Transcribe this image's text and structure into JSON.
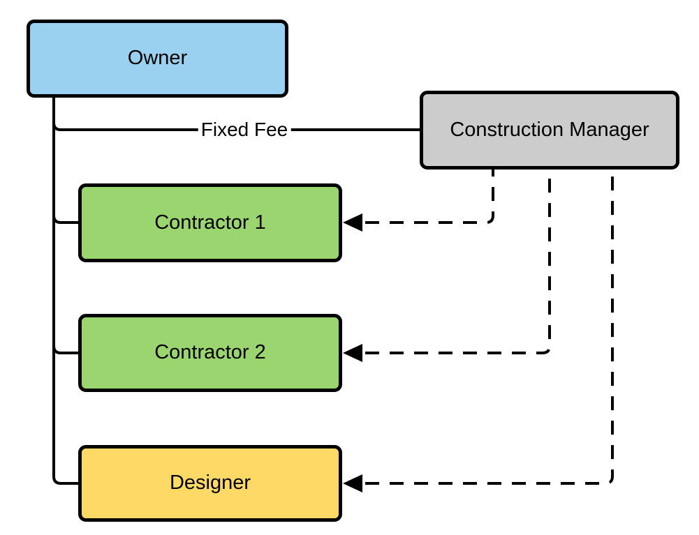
{
  "nodes": {
    "owner": {
      "label": "Owner",
      "fill": "#9ad1f0"
    },
    "construction_manager": {
      "label": "Construction Manager",
      "fill": "#cccccc"
    },
    "contractor_1": {
      "label": "Contractor 1",
      "fill": "#9bd56f"
    },
    "contractor_2": {
      "label": "Contractor 2",
      "fill": "#9bd56f"
    },
    "designer": {
      "label": "Designer",
      "fill": "#ffd966"
    }
  },
  "labels": {
    "fixed_fee": "Fixed Fee"
  },
  "edges": [
    {
      "from": "Owner",
      "to": "Construction Manager",
      "style": "solid",
      "label": "Fixed Fee"
    },
    {
      "from": "Owner",
      "to": "Contractor 1",
      "style": "solid"
    },
    {
      "from": "Owner",
      "to": "Contractor 2",
      "style": "solid"
    },
    {
      "from": "Owner",
      "to": "Designer",
      "style": "solid"
    },
    {
      "from": "Construction Manager",
      "to": "Contractor 1",
      "style": "dashed-arrow"
    },
    {
      "from": "Construction Manager",
      "to": "Contractor 2",
      "style": "dashed-arrow"
    },
    {
      "from": "Construction Manager",
      "to": "Designer",
      "style": "dashed-arrow"
    }
  ],
  "colors": {
    "line": "#000000",
    "node_border": "#000000",
    "text": "#000000",
    "canvas_background": "#ffffff"
  }
}
